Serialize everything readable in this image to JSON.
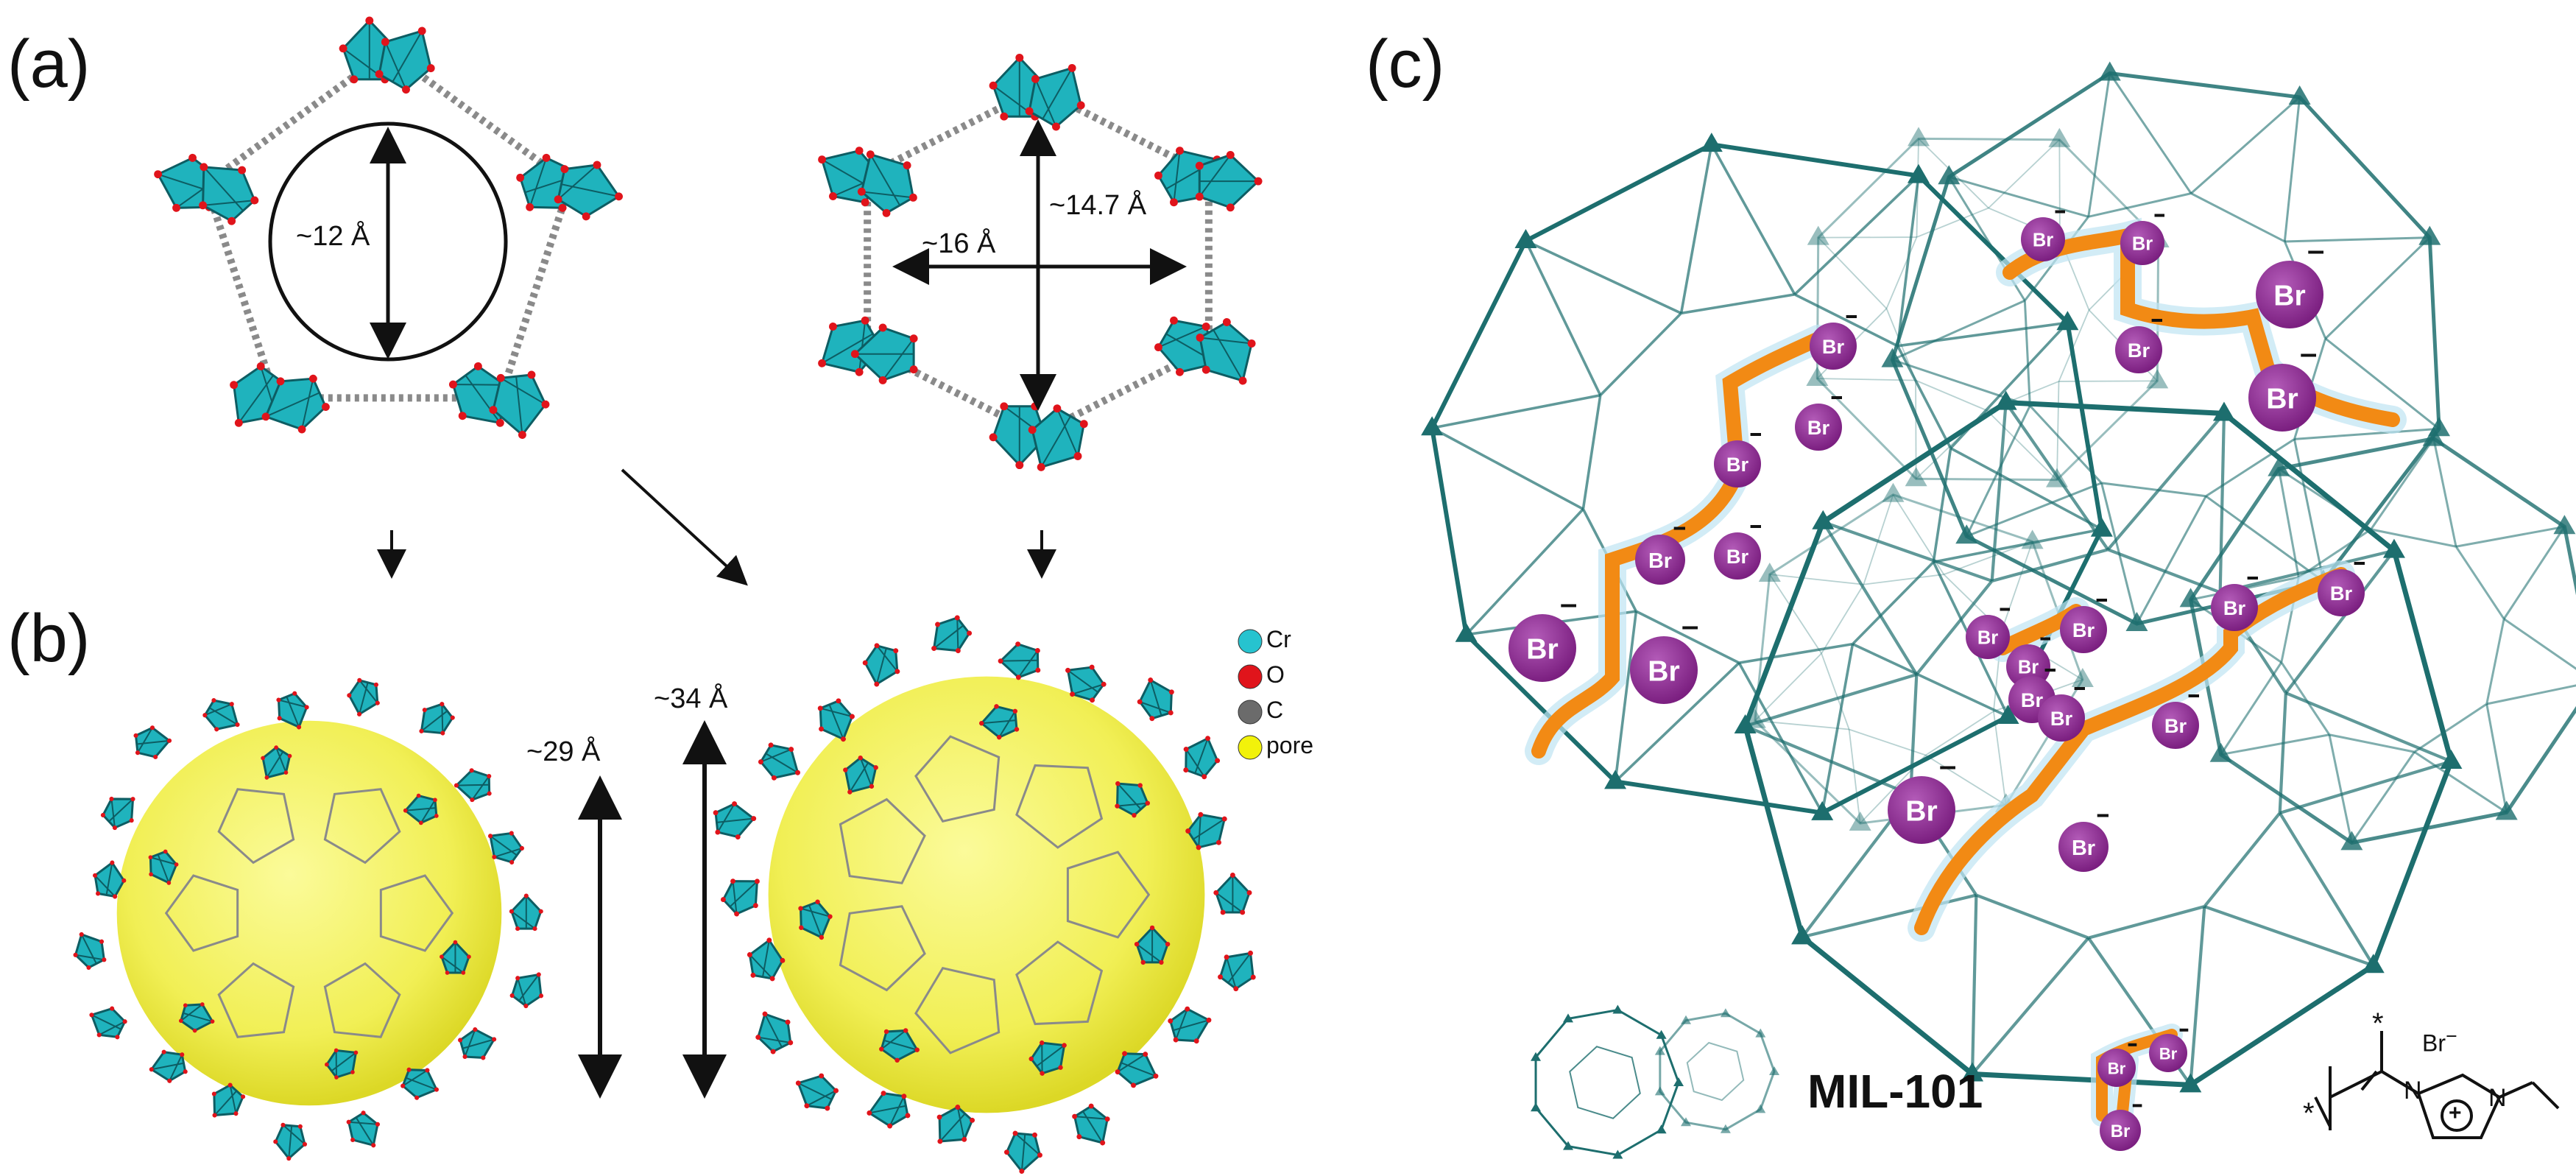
{
  "panels": {
    "a": "(a)",
    "b": "(b)",
    "c": "(c)"
  },
  "dimensions": {
    "pentagon_window": "~12 Å",
    "hexagon_width": "~16 Å",
    "hexagon_height": "~14.7 Å",
    "small_cage": "~29 Å",
    "large_cage": "~34 Å"
  },
  "legend": [
    {
      "label": "Cr",
      "color": "#26c3cf"
    },
    {
      "label": "O",
      "color": "#e0141b"
    },
    {
      "label": "C",
      "color": "#6b6b6b"
    },
    {
      "label": "pore",
      "color": "#f2f20a"
    }
  ],
  "framework_label": "MIL-101",
  "bromide": "Br",
  "chem": {
    "anion": "Br",
    "charge": "−",
    "nitrogen": "N",
    "plus": "+",
    "star": "*"
  },
  "colors": {
    "polyhedra": "#1fb3bd",
    "framework_lines": "#1d6e6e",
    "chain": "#f28a14",
    "br_ball": "#8e2b93"
  }
}
